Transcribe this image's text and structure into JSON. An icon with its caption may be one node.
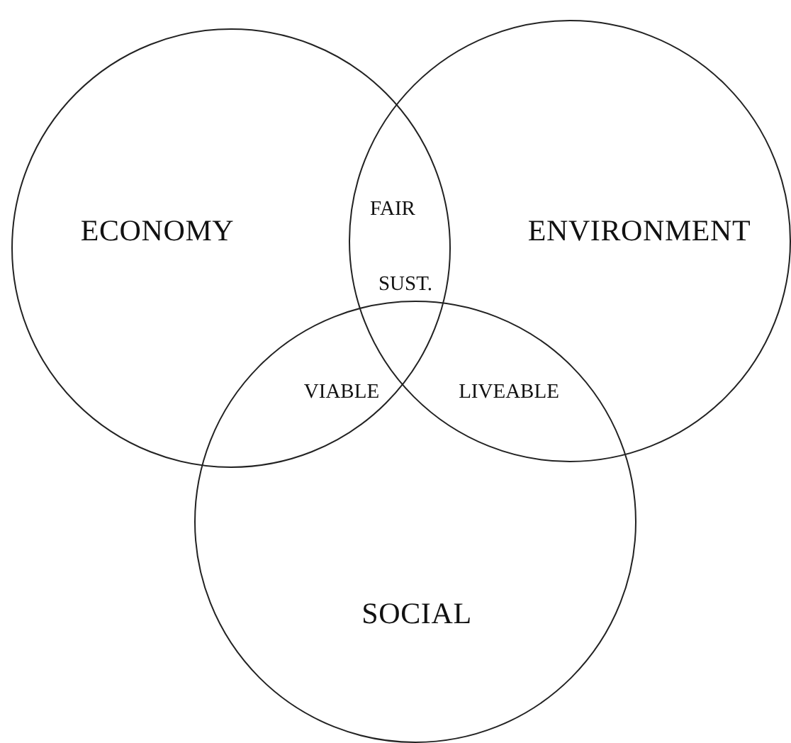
{
  "diagram": {
    "nodes": [
      {
        "text": [
          "ECONOMY"
        ]
      },
      {
        "text": [
          "ENVIRONMENT"
        ]
      },
      {
        "text": [
          "SOCIAL"
        ]
      }
    ],
    "labels": [
      "FAIR",
      "SUST.",
      "VIABLE",
      "LIVEABLE"
    ]
  }
}
